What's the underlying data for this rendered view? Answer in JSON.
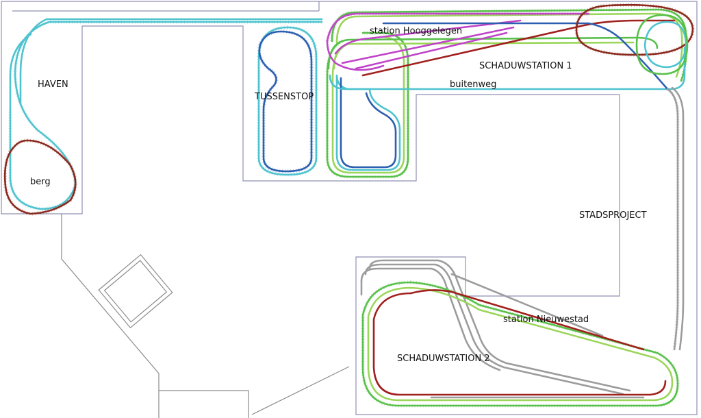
{
  "labels": {
    "haven": "HAVEN",
    "berg": "berg",
    "tussenstop": "TUSSENSTOP",
    "station_hooggelegen": "station Hooggelegen",
    "schaduwstation_1": "SCHADUWSTATION 1",
    "buitenweg": "buitenweg",
    "stadsproject": "STADSPROJECT",
    "station_nieuwestad": "station Nieuwestad",
    "schaduwstation_2": "SCHADUWSTATION 2"
  },
  "colors": {
    "background": "#ffffff",
    "room_outline": "#8f8fb4",
    "wall_lines": "#8a8a8a",
    "track_cyan": "#4ec3cf",
    "track_blue": "#2c5fb0",
    "track_green": "#58c04a",
    "track_green_light": "#9bd65a",
    "track_magenta": "#c043c8",
    "track_red": "#a0201e",
    "track_brown": "#8a2a1e",
    "track_gray": "#9c9c9c"
  }
}
